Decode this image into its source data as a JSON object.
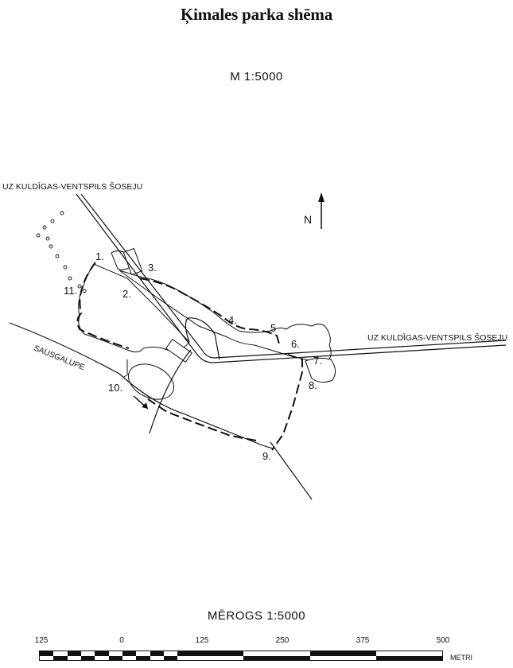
{
  "title": "Ķimales parka shēma",
  "scale_top": "M 1:5000",
  "north_label": "N",
  "labels": {
    "road_nw": "UZ KULDĪGAS-VENTSPILS ŠOSEJU",
    "road_e": "UZ KULDĪGAS-VENTSPILS ŠOSEJU",
    "river": "SAUSGALUPE"
  },
  "points": [
    "1.",
    "2.",
    "3.",
    "4.",
    "5",
    "6.",
    "7.",
    "8.",
    "9.",
    "10.",
    "11."
  ],
  "scale_bar": {
    "title": "MĒROGS 1:5000",
    "ticks": [
      "125",
      "0",
      "125",
      "250",
      "375",
      "500"
    ],
    "unit": "METRI"
  }
}
